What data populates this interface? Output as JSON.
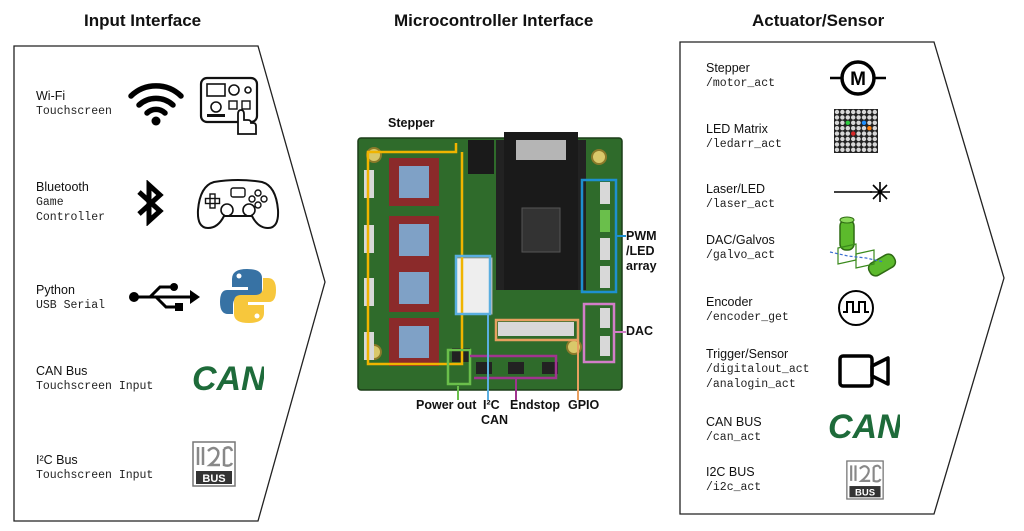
{
  "titles": {
    "input": "Input Interface",
    "micro": "Microcontroller Interface",
    "actuator": "Actuator/Sensor"
  },
  "inputs": [
    {
      "label": "Wi-Fi",
      "sub": "Touchscreen"
    },
    {
      "label": "Bluetooth",
      "sub": "Game",
      "sub2": "Controller"
    },
    {
      "label": "Python",
      "sub": "USB Serial"
    },
    {
      "label": "CAN Bus",
      "sub": "Touchscreen Input"
    },
    {
      "label": "I²C Bus",
      "sub": "Touchscreen Input"
    }
  ],
  "actuators": [
    {
      "label": "Stepper",
      "sub": "/motor_act"
    },
    {
      "label": "LED Matrix",
      "sub": "/ledarr_act"
    },
    {
      "label": "Laser/LED",
      "sub": "/laser_act"
    },
    {
      "label": "DAC/Galvos",
      "sub": "/galvo_act"
    },
    {
      "label": "Encoder",
      "sub": "/encoder_get"
    },
    {
      "label": "Trigger/Sensor",
      "sub": "/digitalout_act",
      "sub2": "/analogin_act"
    },
    {
      "label": "CAN BUS",
      "sub": "/can_act"
    },
    {
      "label": "I2C BUS",
      "sub": "/i2c_act"
    }
  ],
  "board_labels": {
    "stepper": "Stepper",
    "pwm1": "PWM",
    "pwm2": "/LED",
    "pwm3": "array",
    "dac": "DAC",
    "power_out": "Power out",
    "i2c": "I²C",
    "can": "CAN",
    "endstop": "Endstop",
    "gpio": "GPIO"
  },
  "logo_text": {
    "can": "CAN",
    "bus": "BUS",
    "motor": "M"
  },
  "colors": {
    "stepper": "#f0b400",
    "pwm": "#1e90d0",
    "dac": "#d27ec8",
    "power": "#6abf4b",
    "i2c": "#5aaee0",
    "endstop": "#a0348f",
    "gpio": "#e8a060",
    "board": "#2f6b2b",
    "can_logo": "#1e6b3a"
  }
}
